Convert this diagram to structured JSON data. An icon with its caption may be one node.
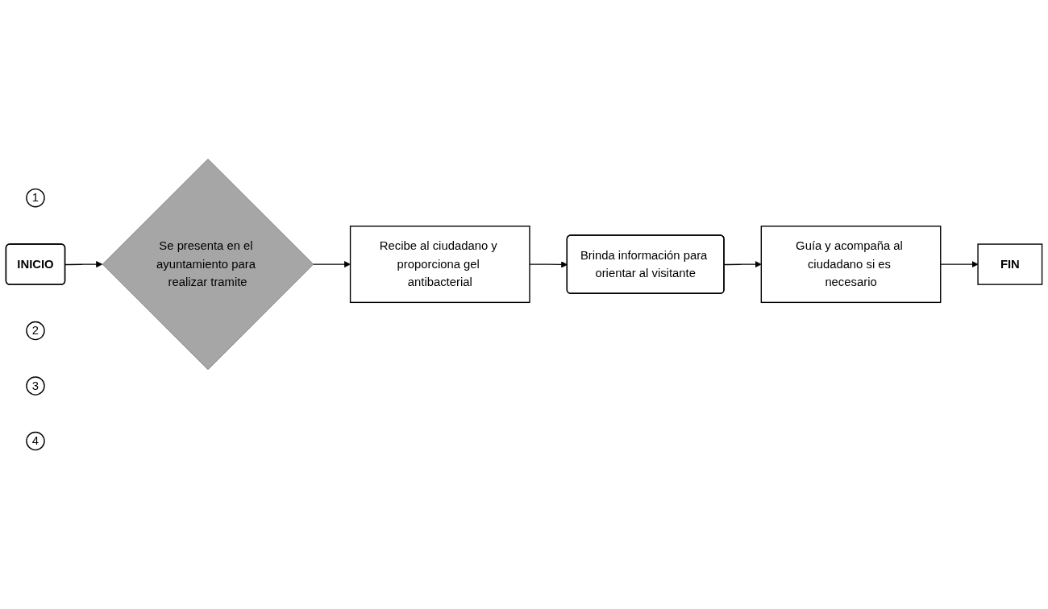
{
  "diagram": {
    "nodes": [
      {
        "text": [
          "1"
        ]
      },
      {
        "text": [
          "INICIO"
        ]
      },
      {
        "text": [
          "Se presenta en el ayuntamiento para realizar tramite"
        ]
      },
      {
        "text": [
          "2"
        ]
      },
      {
        "text": [
          "Recibe al ciudadano y proporciona gel antibacterial"
        ]
      },
      {
        "text": [
          "3"
        ]
      },
      {
        "text": [
          "Brinda información para orientar al visitante"
        ]
      },
      {
        "text": [
          "4"
        ]
      },
      {
        "text": [
          "Guía y acompaña al ciudadano si es necesario"
        ]
      },
      {
        "text": [
          "FIN"
        ]
      }
    ],
    "edges": [
      {
        "from": 1,
        "to": 2,
        "arrow": "to"
      },
      {
        "from": 2,
        "to": 4,
        "arrow": "to"
      },
      {
        "from": 4,
        "to": 6,
        "arrow": "to"
      },
      {
        "from": 6,
        "to": 8,
        "arrow": "to"
      },
      {
        "from": 8,
        "to": 9,
        "arrow": "to"
      }
    ]
  }
}
